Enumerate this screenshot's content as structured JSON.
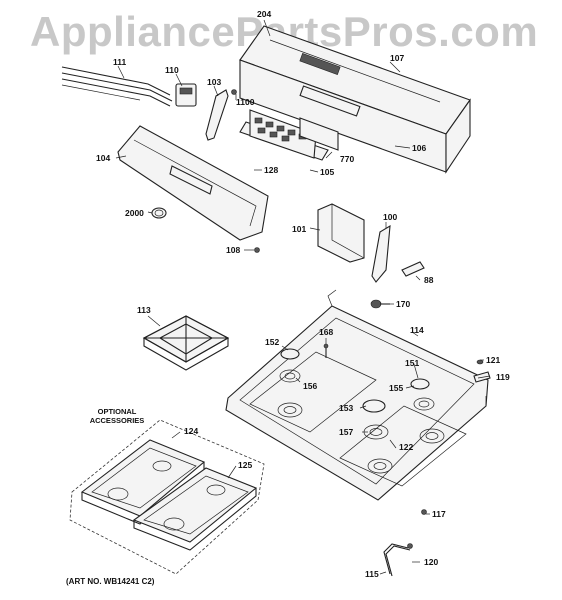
{
  "watermark": "AppliancePartsPros.com",
  "part_labels": {
    "p204": "204",
    "p107": "107",
    "p111": "111",
    "p110": "110",
    "p103": "103",
    "p1100": "1100",
    "p104": "104",
    "p128": "128",
    "p105": "105",
    "p770": "770",
    "p106": "106",
    "p2000": "2000",
    "p101": "101",
    "p100": "100",
    "p108": "108",
    "p88": "88",
    "p170": "170",
    "p113": "113",
    "p168": "168",
    "p114": "114",
    "p152": "152",
    "p151": "151",
    "p121": "121",
    "p156": "156",
    "p155": "155",
    "p119": "119",
    "p153": "153",
    "p157": "157",
    "p122": "122",
    "p124": "124",
    "p125": "125",
    "p117": "117",
    "p120": "120",
    "p115": "115"
  },
  "optional_note": "OPTIONAL ACCESSORIES",
  "art_number": "(ART NO. WB14241 C2)"
}
